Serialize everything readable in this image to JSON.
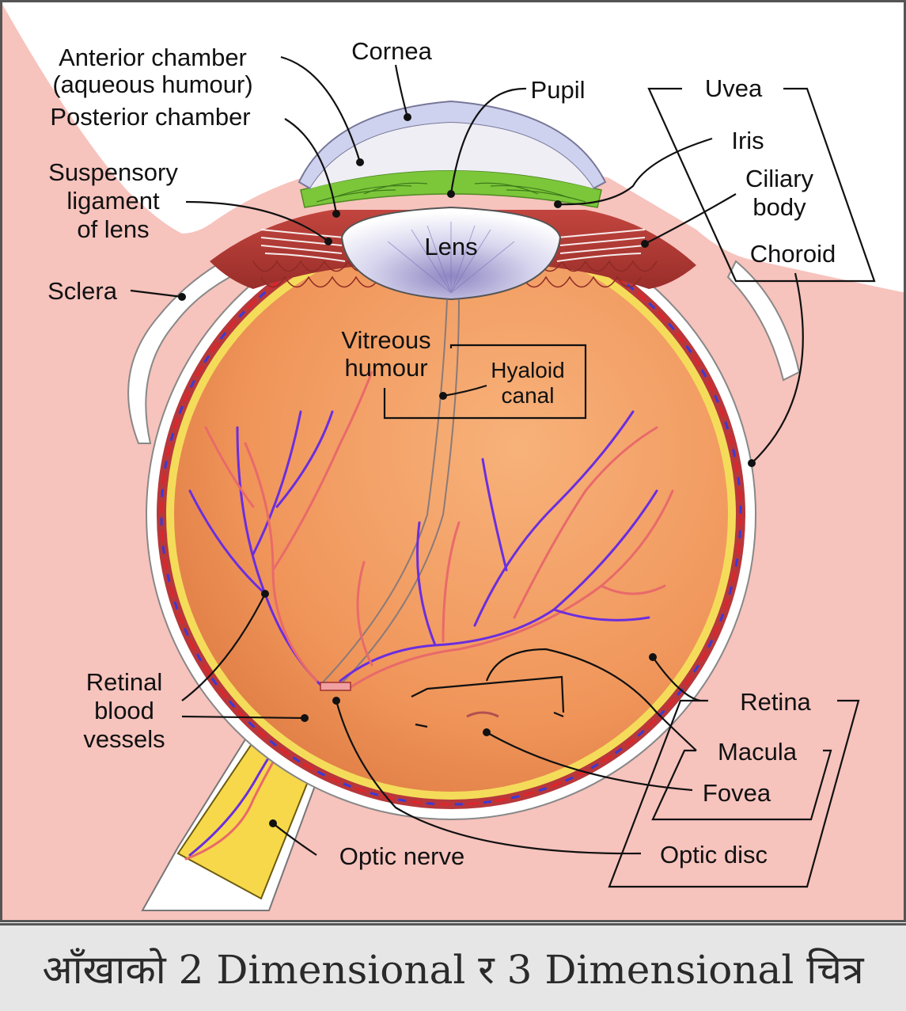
{
  "labels": {
    "cornea": "Cornea",
    "anterior_chamber_1": "Anterior chamber",
    "anterior_chamber_2": "(aqueous humour)",
    "posterior_chamber": "Posterior chamber",
    "pupil": "Pupil",
    "uvea": "Uvea",
    "iris": "Iris",
    "ciliary_1": "Ciliary",
    "ciliary_2": "body",
    "choroid": "Choroid",
    "suspensory_1": "Suspensory",
    "suspensory_2": "ligament",
    "suspensory_3": "of lens",
    "lens": "Lens",
    "sclera": "Sclera",
    "vitreous_1": "Vitreous",
    "vitreous_2": "humour",
    "hyaloid_1": "Hyaloid",
    "hyaloid_2": "canal",
    "retinal_1": "Retinal",
    "retinal_2": "blood",
    "retinal_3": "vessels",
    "retina": "Retina",
    "macula": "Macula",
    "fovea": "Fovea",
    "optic_nerve": "Optic nerve",
    "optic_disc": "Optic disc"
  },
  "caption": "आँखाको 2 Dimensional र 3 Dimensional चित्र",
  "colors": {
    "background": "#f7c3bd",
    "vitreous": "#f19a5a",
    "sclera": "#ffffff",
    "retina": "#f4dc5a",
    "choroid": "#b8373a",
    "iris": "#7cc63a",
    "cornea": "#cfd2ee",
    "caption_bar": "#e6e6e6"
  }
}
